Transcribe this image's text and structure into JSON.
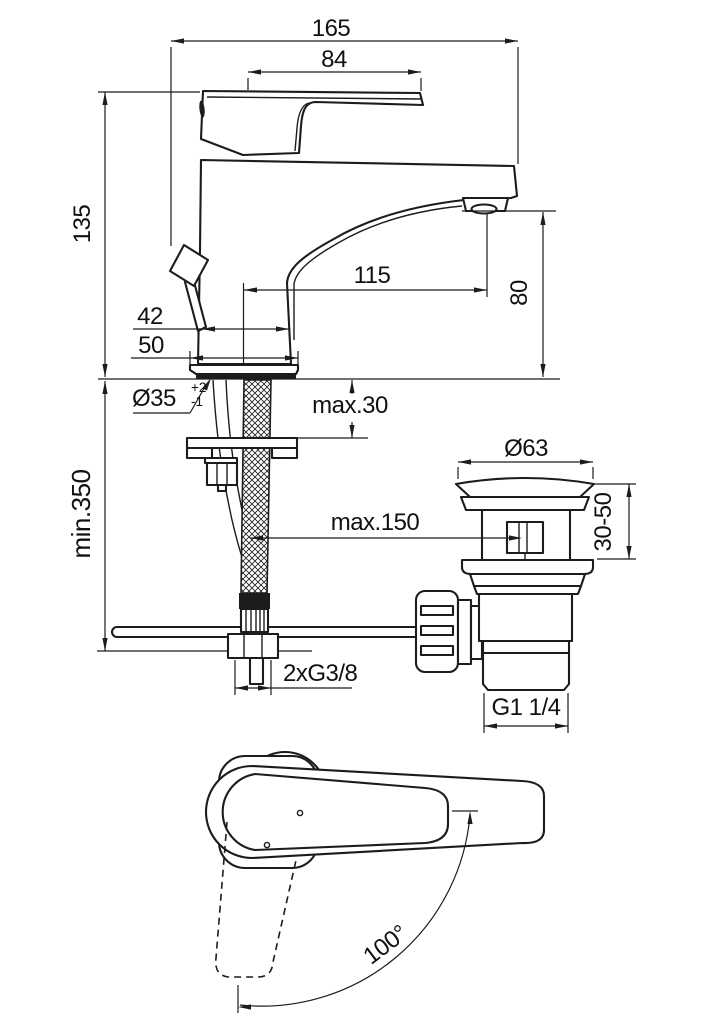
{
  "page": {
    "background": "#ffffff",
    "line_color": "#1c1c1c",
    "description": "Technical dimensional drawing of a single-lever basin mixer tap with pop-up waste, side view, waste fitting view and handle top view"
  },
  "side_view": {
    "dims": {
      "total_length": "165",
      "lever_length": "84",
      "height_above_deck": "135",
      "spout_reach": "115",
      "spout_outlet_height": "80",
      "body_width": "42",
      "base_width": "50",
      "hole_diameter": "Ø35",
      "hole_tolerance_plus": "+2",
      "hole_tolerance_minus": "-1",
      "max_deck_thickness": "max.30",
      "min_hose_length": "min.350",
      "hose_threads": "2xG3/8",
      "max_rod_distance": "max.150"
    }
  },
  "waste_view": {
    "dims": {
      "cap_diameter": "Ø63",
      "height_adjustment": "30-50",
      "outlet_thread": "G1 1/4"
    }
  },
  "top_view": {
    "dims": {
      "handle_swivel_angle": "100°"
    }
  }
}
